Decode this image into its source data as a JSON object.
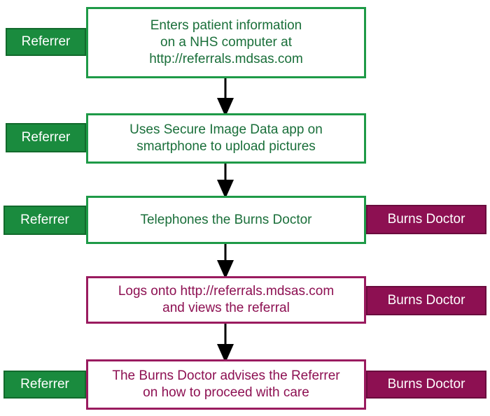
{
  "steps": [
    {
      "text": "Enters patient information\non a NHS computer at\nhttp://referrals.mdsas.com"
    },
    {
      "text": "Uses Secure Image Data app on\nsmartphone to upload pictures"
    },
    {
      "text": "Telephones the Burns Doctor"
    },
    {
      "text": "Logs onto http://referrals.mdsas.com\nand views the referral"
    },
    {
      "text": "The Burns Doctor advises the Referrer\non how to proceed with care"
    }
  ],
  "roles": {
    "referrer": "Referrer",
    "burns_doctor": "Burns Doctor"
  },
  "colors": {
    "green": "#1a8b3e",
    "maroon": "#8d1052"
  }
}
